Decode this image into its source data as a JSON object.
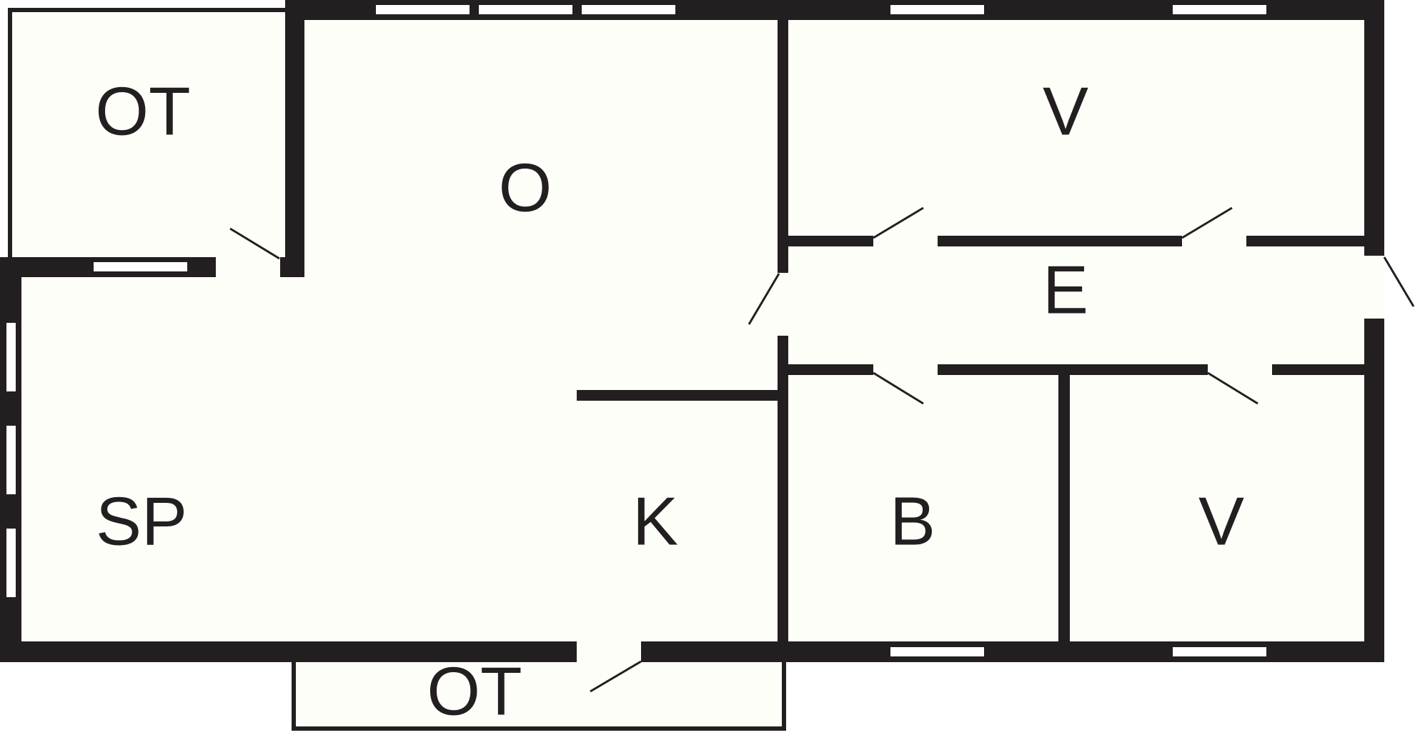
{
  "plan": {
    "colors": {
      "wall": "#231f20",
      "floor": "#fefef9",
      "background": "#ffffff",
      "window": "#ffffff"
    },
    "rooms": {
      "ot_top": "OT",
      "o": "O",
      "v_top": "V",
      "e": "E",
      "sp": "SP",
      "k": "K",
      "b": "B",
      "v_bottom": "V",
      "ot_bottom": "OT"
    }
  }
}
